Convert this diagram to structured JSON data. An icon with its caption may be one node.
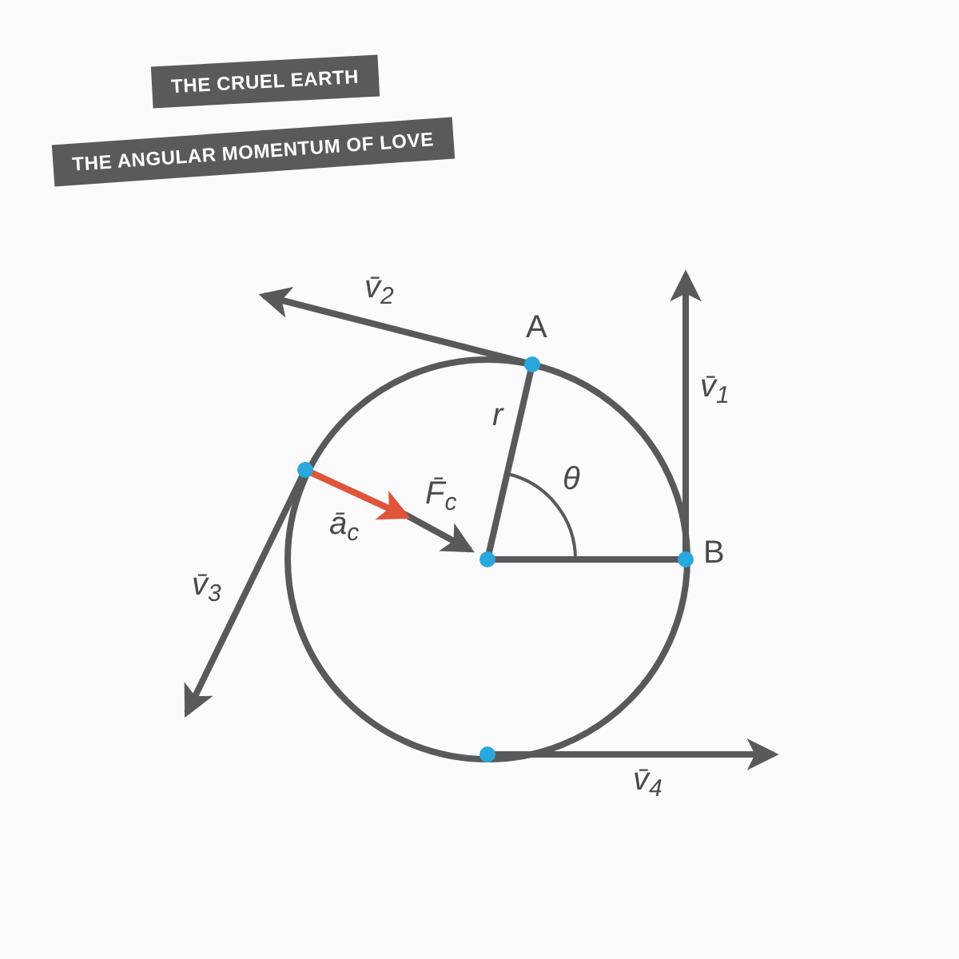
{
  "diagram": {
    "nodes": [
      {
        "text": [
          "THE CRUEL EARTH"
        ]
      },
      {
        "text": [
          "THE ANGULAR MOMENTUM OF LOVE"
        ]
      }
    ],
    "edges": [],
    "labels": [
      "v̄$_{2}$",
      "A",
      "v̄$_{1}$",
      "r",
      "θ",
      "F̄$_{c}$",
      "ā$_{c}$",
      "B",
      "v̄$_{3}$",
      "v̄$_{4}$"
    ]
  }
}
